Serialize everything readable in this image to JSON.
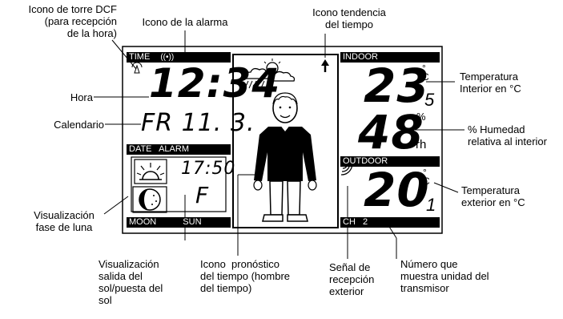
{
  "labels": {
    "dcf_icon": "Icono de torre DCF\n(para recepción\nde la hora)",
    "alarm_icon": "Icono de la alarma",
    "trend_icon": "Icono tendencia\ndel tiempo",
    "hora": "Hora",
    "calendario": "Calendario",
    "luna": "Visualización\nfase de luna",
    "sol": "Visualización\nsalida del\nsol/puesta del\nsol",
    "pronostico": "Icono  pronóstico\ndel tiempo (hombre\ndel tiempo)",
    "senal": "Señal de\nrecepción\nexterior",
    "numero": "Número que\nmuestra unidad del\ntransmisor",
    "temp_int": "Temperatura\nInterior en °C",
    "humedad": "% Humedad\nrelativa al interior",
    "temp_ext": "Temperatura\nexterior en °C"
  },
  "display": {
    "time_bar": "TIME",
    "alarm_symbol": "((•))",
    "time": "12:34",
    "date": "FR 11. 3.",
    "date_bar": "DATE   ALARM",
    "alarm_time": "17:50",
    "alarm_letter": "F",
    "moon_sun_bar_moon": "MOON",
    "moon_sun_bar_sun": "SUN",
    "indoor_bar": "INDOOR",
    "indoor_temp_int": "23",
    "indoor_temp_dec": "5",
    "indoor_unit": "°C",
    "humidity": "48",
    "humidity_pct": "%",
    "humidity_unit": "rh",
    "outdoor_bar": "OUTDOOR",
    "outdoor_temp_int": "20",
    "outdoor_temp_dec": "1",
    "outdoor_unit": "°C",
    "ch_bar": "CH   2"
  }
}
